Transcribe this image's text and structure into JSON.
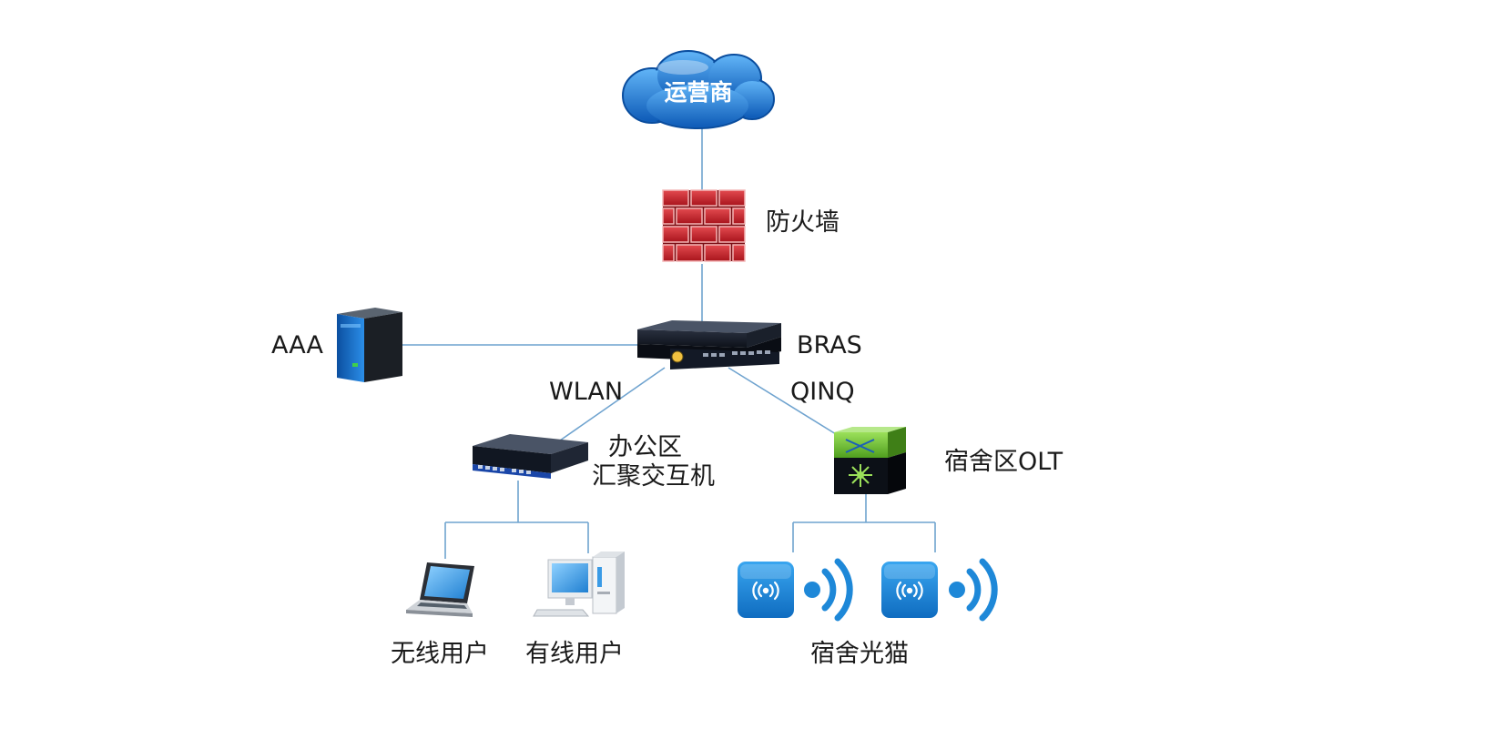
{
  "nodes": {
    "isp": {
      "label": "运营商",
      "icon": "cloud-icon"
    },
    "firewall": {
      "label": "防火墙",
      "icon": "firewall-icon"
    },
    "aaa": {
      "label": "AAA",
      "icon": "server-tower-icon"
    },
    "bras": {
      "label": "BRAS",
      "icon": "rack-router-icon"
    },
    "office_switch": {
      "label_line1": "办公区",
      "label_line2": "汇聚交互机",
      "icon": "switch-icon"
    },
    "dorm_olt": {
      "label": "宿舍区OLT",
      "icon": "olt-icon"
    },
    "wireless_user": {
      "label": "无线用户",
      "icon": "laptop-icon"
    },
    "wired_user": {
      "label": "有线用户",
      "icon": "desktop-pc-icon"
    },
    "dorm_modem": {
      "label": "宿舍光猫",
      "icon": "wireless-modem-icon"
    }
  },
  "links": {
    "wlan": "WLAN",
    "qinq": "QINQ"
  },
  "colors": {
    "line": "#6fa3cf",
    "cloud": "#1a6fd0",
    "brick": "#c8212a",
    "olt_green": "#7ec63b",
    "modem_blue": "#1e88d8"
  }
}
